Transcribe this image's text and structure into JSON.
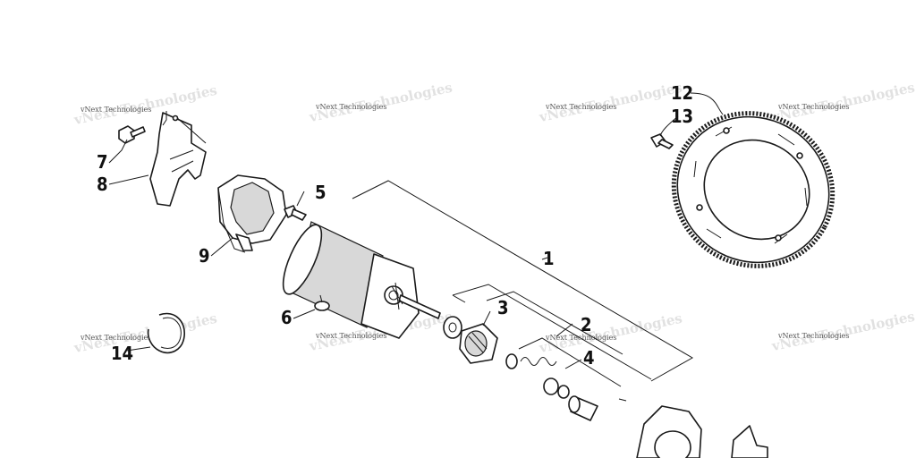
{
  "diagram": {
    "callouts": [
      {
        "id": "callout-1",
        "text": "1"
      },
      {
        "id": "callout-2",
        "text": "2"
      },
      {
        "id": "callout-3",
        "text": "3"
      },
      {
        "id": "callout-4",
        "text": "4"
      },
      {
        "id": "callout-5",
        "text": "5"
      },
      {
        "id": "callout-6",
        "text": "6"
      },
      {
        "id": "callout-7",
        "text": "7"
      },
      {
        "id": "callout-8",
        "text": "8"
      },
      {
        "id": "callout-9",
        "text": "9"
      },
      {
        "id": "callout-12",
        "text": "12"
      },
      {
        "id": "callout-13",
        "text": "13"
      },
      {
        "id": "callout-14",
        "text": "14"
      }
    ],
    "watermark": "vNext Technologies"
  }
}
